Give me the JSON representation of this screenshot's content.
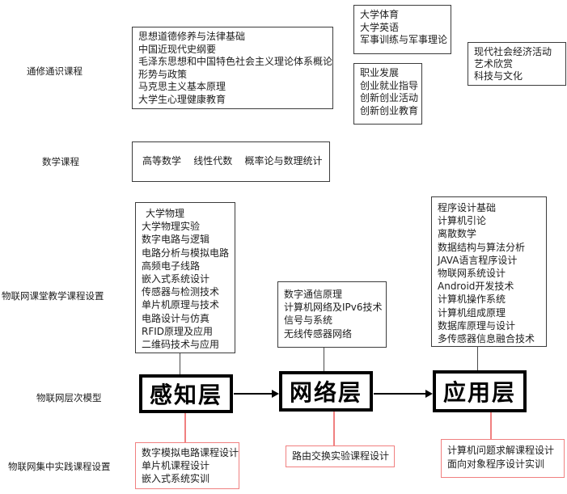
{
  "labels": {
    "general": "通修通识课程",
    "math": "数学课程",
    "classroom": "物联网课堂教学课程设置",
    "model": "物联网层次模型",
    "practice": "物联网集中实践课程设置"
  },
  "boxes": {
    "ideology": {
      "lines": [
        "思想道德修养与法律基础",
        "中国近现代史纲要",
        "毛泽东思想和中国特色社会主义理论体系概论",
        "形势与政策",
        "马克思主义基本原理",
        "大学生心理健康教育"
      ]
    },
    "pe": {
      "lines": [
        "大学体育",
        "大学英语",
        "军事训练与军事理论"
      ]
    },
    "career": {
      "lines": [
        "职业发展",
        "创业就业指导",
        "创新创业活动",
        "创新创业教育"
      ]
    },
    "culture": {
      "lines": [
        "现代社会经济活动",
        "艺术欣赏",
        "科技与文化"
      ]
    },
    "math": {
      "text": "高等数学    线性代数    概率论与数理统计"
    },
    "perception_courses": {
      "lines": [
        "大学物理",
        "大学物理实验",
        "数字电路与逻辑",
        "电路分析与模拟电路",
        "高频电子线路",
        "嵌入式系统设计",
        "传感器与检测技术",
        "单片机原理与技术",
        "电路设计与仿真",
        "RFID原理及应用",
        "二维码技术与应用"
      ]
    },
    "network_courses": {
      "lines": [
        "数字通信原理",
        "计算机网络及IPv6技术",
        "信号与系统",
        "无线传感器网络"
      ]
    },
    "application_courses": {
      "lines": [
        "程序设计基础",
        "计算机引论",
        "离散数学",
        "数据结构与算法分析",
        "JAVA语言程序设计",
        "物联网系统设计",
        "Android开发技术",
        "计算机操作系统",
        "计算机组成原理",
        "数据库原理与设计",
        "多传感器信息融合技术"
      ]
    },
    "layers": {
      "perception": "感知层",
      "network": "网络层",
      "application": "应用层"
    },
    "practice_perception": {
      "lines": [
        "数字模拟电路课程设计",
        "单片机课程设计",
        "嵌入式系统实训"
      ]
    },
    "practice_network": {
      "lines": [
        "路由交换实验课程设计"
      ]
    },
    "practice_application": {
      "lines": [
        "计算机问题求解课程设计",
        "面向对象程序设计实训"
      ]
    }
  },
  "colors": {
    "accent_red": "#f08080",
    "box_border": "#3c3c3c",
    "layer_border": "#000000",
    "text": "#1c1c1c"
  }
}
